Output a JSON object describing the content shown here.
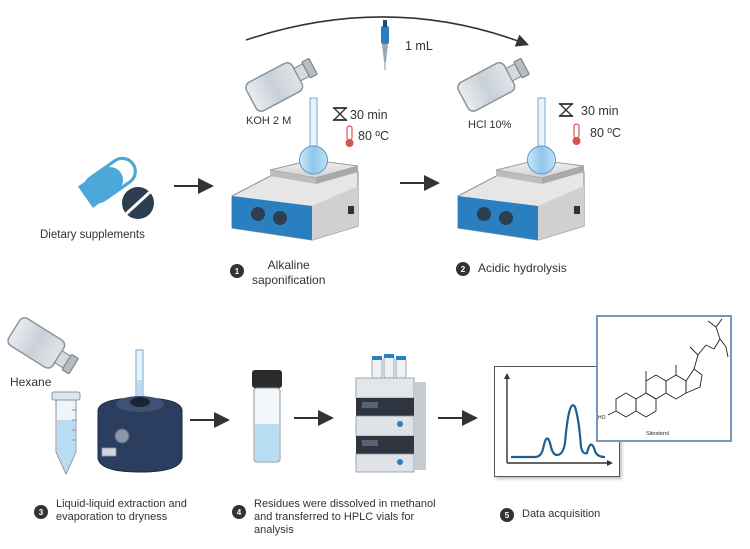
{
  "labels": {
    "dietary_supplements": "Dietary supplements",
    "koh": "KOH 2 M",
    "hcl": "HCl 10%",
    "pipette_volume": "1 mL",
    "time_1": "30 min",
    "temp_1": "80 ºC",
    "time_2": "30 min",
    "temp_2": "80 ºC",
    "hexane": "Hexane",
    "sitosterol": "Sitosterol",
    "ho": "HO"
  },
  "steps": [
    {
      "number": "1",
      "line1": "Alkaline",
      "line2": "saponification"
    },
    {
      "number": "2",
      "text": "Acidic hydrolysis"
    },
    {
      "number": "3",
      "line1": "Liquid-liquid extraction and",
      "line2": "evaporation to dryness"
    },
    {
      "number": "4",
      "line1": "Residues were dissolved in methanol",
      "line2": "and transferred to HPLC vials for",
      "line3": "analysis"
    },
    {
      "number": "5",
      "text": "Data acquisition"
    }
  ],
  "colors": {
    "accent_blue": "#2a7fc1",
    "capsule_blue": "#4ba8d8",
    "dark_navy": "#2c3e50",
    "liquid_blue": "#b8dcf2",
    "chromatogram": "#1f5f8b",
    "thermometer_red": "#d9534f"
  },
  "icons": [
    "capsule-icon",
    "tablet-icon",
    "reagent-bottle-icon",
    "hotplate-stirrer-icon",
    "volumetric-flask-icon",
    "hourglass-icon",
    "thermometer-icon",
    "pipette-icon",
    "vortex-mixer-icon",
    "centrifuge-tube-icon",
    "vial-icon",
    "hplc-system-icon",
    "chromatogram-icon",
    "molecule-structure-icon"
  ]
}
